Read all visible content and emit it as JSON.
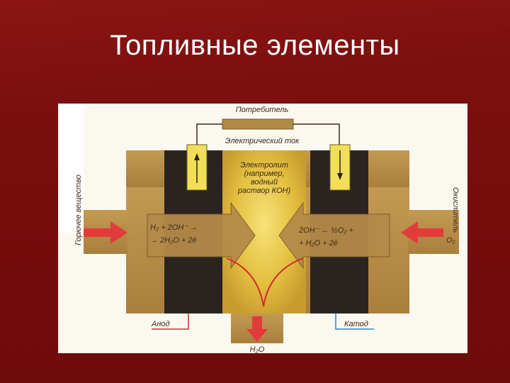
{
  "slide": {
    "title": "Топливные элементы"
  },
  "diagram": {
    "consumer": "Потребитель",
    "current": "Электрический ток",
    "electrolyte": [
      "Электролит",
      "(например,",
      "водный",
      "раствор КОН)"
    ],
    "fuel": "Горючее вещество",
    "oxidizer": "Окислитель",
    "o2": "O₂",
    "anode_reaction": [
      "H₂ + 2OH⁻ →",
      "→ 2H₂O + 2ē"
    ],
    "cathode_reaction": [
      "2OH⁻ ← ½O₂ +",
      "+ H₂O + 2ē"
    ],
    "anode": "Анод",
    "cathode": "Катод",
    "water": "H₂O"
  },
  "colors": {
    "slide_bg": "#7a0f0f",
    "housing": "#b08a45",
    "electrode": "#2a2420",
    "electrolyte": "#e8c94a",
    "arrow_red": "#e23b3b",
    "anode_wire": "#c0392b",
    "cathode_wire": "#2e86c1"
  }
}
